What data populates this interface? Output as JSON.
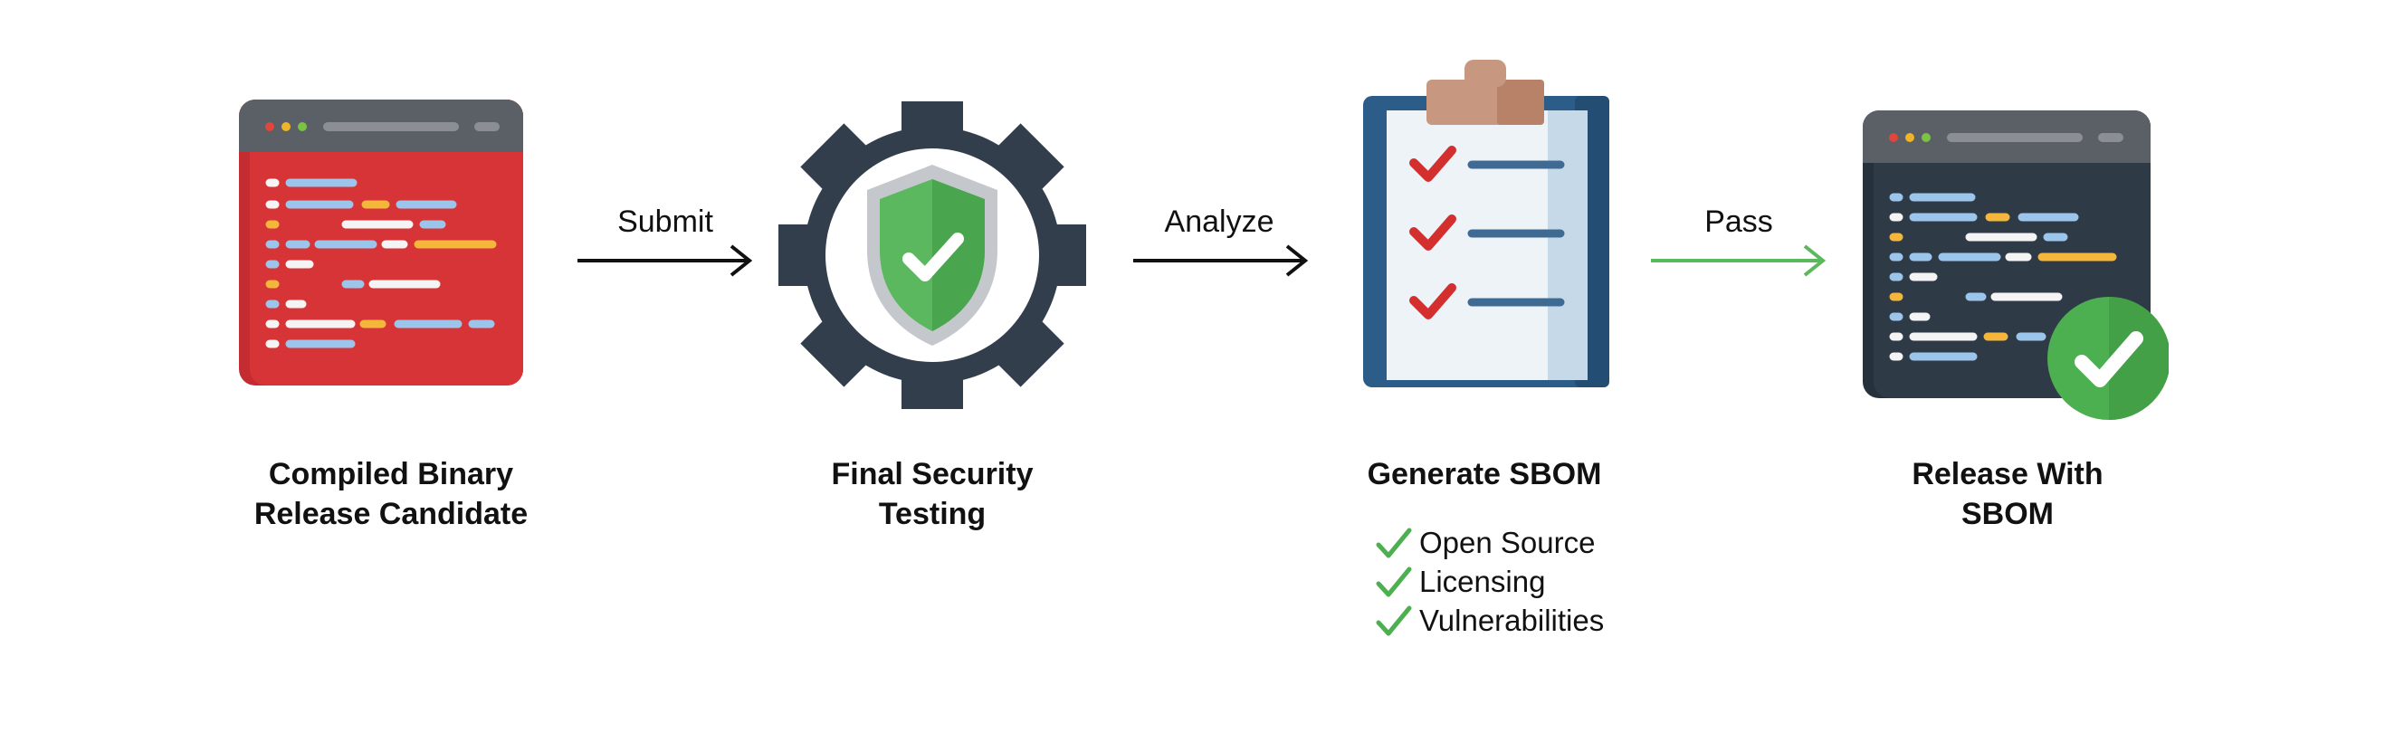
{
  "steps": [
    {
      "title_line1": "Compiled Binary",
      "title_line2": "Release Candidate",
      "icon": "code-window-red-icon"
    },
    {
      "title_line1": "Final Security",
      "title_line2": "Testing",
      "icon": "gear-shield-check-icon"
    },
    {
      "title_line1": "Generate SBOM",
      "title_line2": "",
      "icon": "clipboard-checklist-icon"
    },
    {
      "title_line1": "Release With",
      "title_line2": "SBOM",
      "icon": "code-window-dark-check-icon"
    }
  ],
  "arrows": [
    {
      "label": "Submit",
      "color": "#111111"
    },
    {
      "label": "Analyze",
      "color": "#111111"
    },
    {
      "label": "Pass",
      "color": "#5cb85c"
    }
  ],
  "sbom_items": [
    "Open Source",
    "Licensing",
    "Vulnerabilities"
  ],
  "colors": {
    "red_panel": "#d63437",
    "dark_panel": "#2f3a47",
    "gear": "#323e4c",
    "shield_green": "#4caf50",
    "check_green": "#4caf50",
    "clipboard_blue": "#2c5c88",
    "clipboard_clip": "#c8977f"
  }
}
